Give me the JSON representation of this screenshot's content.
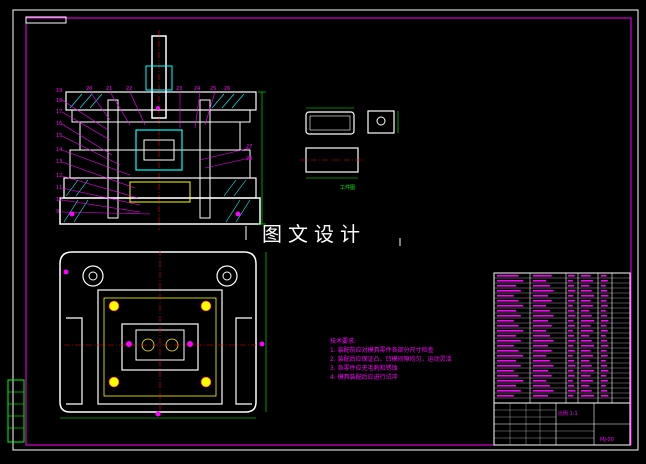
{
  "watermark": "图文设计",
  "small_caption": "工件图",
  "notes": {
    "title": "技术要求:",
    "items": [
      "1. 装配前应对模具零件各部分尺寸检查",
      "2. 装配后应保证凸、凹模间隙均匀，运动灵活",
      "3. 各零件应无毛刺和锈蚀",
      "4. 模具装配后应进行试冲"
    ]
  },
  "title_block": {
    "scale": "比例 1:1",
    "drawing_no": "MJ-00"
  },
  "colors": {
    "background": "#000000",
    "frame": "#ffffff",
    "annotation": "#ff00ff",
    "outline": "#ffffff",
    "centerline": "#ff0000",
    "section": "#00ffff",
    "dimension": "#00ff00",
    "detail": "#ffff00"
  }
}
